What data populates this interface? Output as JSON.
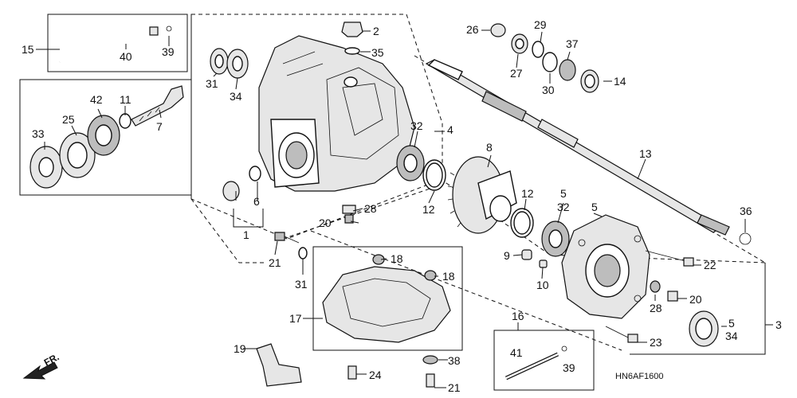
{
  "diagram_code": "HN6AF1600",
  "direction_label": "FR.",
  "callouts": [
    {
      "id": "c1",
      "text": "1"
    },
    {
      "id": "c2",
      "text": "2"
    },
    {
      "id": "c3",
      "text": "3"
    },
    {
      "id": "c4",
      "text": "4"
    },
    {
      "id": "c5a",
      "text": "5"
    },
    {
      "id": "c5b",
      "text": "5"
    },
    {
      "id": "c5c",
      "text": "5"
    },
    {
      "id": "c6",
      "text": "6"
    },
    {
      "id": "c7",
      "text": "7"
    },
    {
      "id": "c8",
      "text": "8"
    },
    {
      "id": "c9",
      "text": "9"
    },
    {
      "id": "c10",
      "text": "10"
    },
    {
      "id": "c11",
      "text": "11"
    },
    {
      "id": "c12a",
      "text": "12"
    },
    {
      "id": "c12b",
      "text": "12"
    },
    {
      "id": "c13",
      "text": "13"
    },
    {
      "id": "c14",
      "text": "14"
    },
    {
      "id": "c15",
      "text": "15"
    },
    {
      "id": "c16",
      "text": "16"
    },
    {
      "id": "c17",
      "text": "17"
    },
    {
      "id": "c18a",
      "text": "18"
    },
    {
      "id": "c18b",
      "text": "18"
    },
    {
      "id": "c19",
      "text": "19"
    },
    {
      "id": "c20a",
      "text": "20"
    },
    {
      "id": "c20b",
      "text": "20"
    },
    {
      "id": "c21a",
      "text": "21"
    },
    {
      "id": "c21b",
      "text": "21"
    },
    {
      "id": "c22",
      "text": "22"
    },
    {
      "id": "c23",
      "text": "23"
    },
    {
      "id": "c24",
      "text": "24"
    },
    {
      "id": "c25",
      "text": "25"
    },
    {
      "id": "c26",
      "text": "26"
    },
    {
      "id": "c27",
      "text": "27"
    },
    {
      "id": "c28a",
      "text": "28"
    },
    {
      "id": "c28b",
      "text": "28"
    },
    {
      "id": "c29",
      "text": "29"
    },
    {
      "id": "c30",
      "text": "30"
    },
    {
      "id": "c31a",
      "text": "31"
    },
    {
      "id": "c31b",
      "text": "31"
    },
    {
      "id": "c32a",
      "text": "32"
    },
    {
      "id": "c32b",
      "text": "32"
    },
    {
      "id": "c33",
      "text": "33"
    },
    {
      "id": "c34a",
      "text": "34"
    },
    {
      "id": "c34b",
      "text": "34"
    },
    {
      "id": "c35",
      "text": "35"
    },
    {
      "id": "c36",
      "text": "36"
    },
    {
      "id": "c37",
      "text": "37"
    },
    {
      "id": "c38",
      "text": "38"
    },
    {
      "id": "c39a",
      "text": "39"
    },
    {
      "id": "c39b",
      "text": "39"
    },
    {
      "id": "c40",
      "text": "40"
    },
    {
      "id": "c41",
      "text": "41"
    },
    {
      "id": "c42",
      "text": "42"
    }
  ]
}
